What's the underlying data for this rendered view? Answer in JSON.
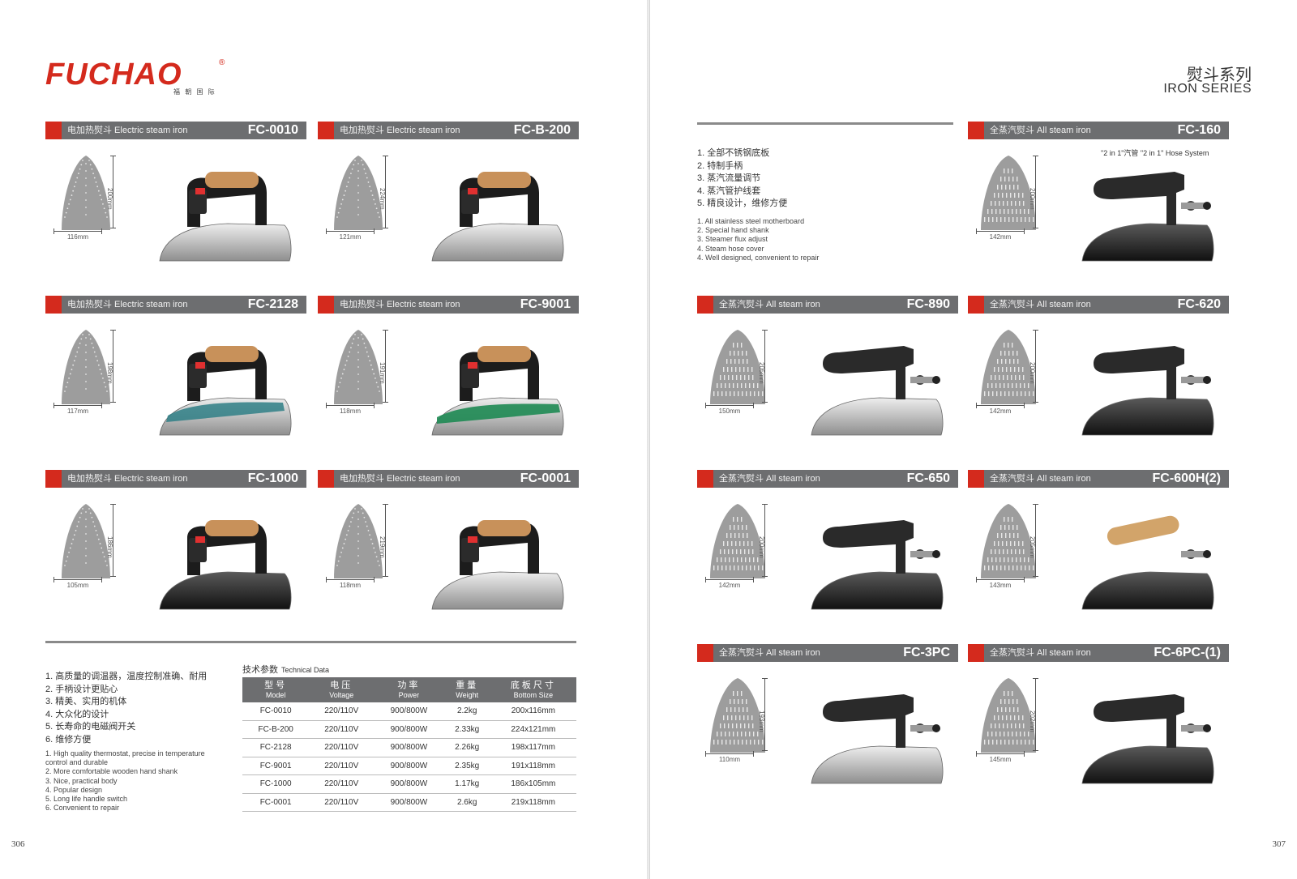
{
  "brand": {
    "name": "FUCHAO",
    "sub": "福 朝 国 际",
    "reg": "®"
  },
  "series": {
    "title_cn": "熨斗系列",
    "title_en": "IRON SERIES"
  },
  "colors": {
    "accent_red": "#d42a1d",
    "header_gray": "#6d6e70",
    "soleplate_gray": "#9d9d9d"
  },
  "left_cards": [
    {
      "type": "电加热熨斗 Electric steam iron",
      "model": "FC-0010",
      "height": "200mm",
      "width": "116mm",
      "variant": "electric-silver"
    },
    {
      "type": "电加热熨斗 Electric steam iron",
      "model": "FC-B-200",
      "height": "224mm",
      "width": "121mm",
      "variant": "electric-silver"
    },
    {
      "type": "电加热熨斗 Electric steam iron",
      "model": "FC-2128",
      "height": "198mm",
      "width": "117mm",
      "variant": "electric-teal"
    },
    {
      "type": "电加热熨斗 Electric steam iron",
      "model": "FC-9001",
      "height": "191mm",
      "width": "118mm",
      "variant": "electric-green"
    },
    {
      "type": "电加热熨斗 Electric steam iron",
      "model": "FC-1000",
      "height": "186mm",
      "width": "105mm",
      "variant": "electric-dark"
    },
    {
      "type": "电加热熨斗 Electric steam iron",
      "model": "FC-0001",
      "height": "219mm",
      "width": "118mm",
      "variant": "electric-silver"
    }
  ],
  "right_cards": [
    {
      "type": "全蒸汽熨斗 All steam iron",
      "model": "FC-160",
      "height": "200mm",
      "width": "142mm",
      "variant": "steam-black"
    },
    {
      "type": "全蒸汽熨斗 All steam iron",
      "model": "FC-890",
      "height": "205mm",
      "width": "150mm",
      "variant": "steam-silver"
    },
    {
      "type": "全蒸汽熨斗 All steam iron",
      "model": "FC-620",
      "height": "200mm",
      "width": "142mm",
      "variant": "steam-black"
    },
    {
      "type": "全蒸汽熨斗 All steam iron",
      "model": "FC-650",
      "height": "200mm",
      "width": "142mm",
      "variant": "steam-black"
    },
    {
      "type": "全蒸汽熨斗 All steam iron",
      "model": "FC-600H(2)",
      "height": "205mm",
      "width": "143mm",
      "variant": "steam-wood"
    },
    {
      "type": "全蒸汽熨斗 All steam iron",
      "model": "FC-3PC",
      "height": "193mm",
      "width": "110mm",
      "variant": "steam-silver"
    },
    {
      "type": "全蒸汽熨斗 All steam iron",
      "model": "FC-6PC-(1)",
      "height": "202mm",
      "width": "145mm",
      "variant": "steam-black"
    }
  ],
  "fc160_note": "\"2 in 1\"汽管   \"2 in 1\" Hose System",
  "right_features_cn": [
    "1. 全部不锈钢底板",
    "2. 特制手柄",
    "3. 蒸汽流量调节",
    "4. 蒸汽管护线套",
    "5. 精良设计，维修方便"
  ],
  "right_features_en": [
    "1. All stainless steel motherboard",
    "2. Special hand shank",
    "3. Steamer flux adjust",
    "4. Steam hose cover",
    "4. Well designed, convenient to repair"
  ],
  "left_features_cn": [
    "1. 高质量的调温器，温度控制准确、耐用",
    "2. 手柄设计更贴心",
    "3. 精美、实用的机体",
    "4. 大众化的设计",
    "5. 长寿命的电磁阀开关",
    "6. 维修方便"
  ],
  "left_features_en": [
    "1. High quality thermostat, precise in temperature",
    "   control and durable",
    "2. More comfortable wooden hand shank",
    "3. Nice, practical body",
    "4. Popular design",
    "5. Long life handle switch",
    "6. Convenient to repair"
  ],
  "tech": {
    "title_cn": "技术参数",
    "title_en": "Technical Data",
    "headers": [
      {
        "cn": "型号",
        "en": "Model"
      },
      {
        "cn": "电压",
        "en": "Voltage"
      },
      {
        "cn": "功率",
        "en": "Power"
      },
      {
        "cn": "重量",
        "en": "Weight"
      },
      {
        "cn": "底板尺寸",
        "en": "Bottom Size"
      }
    ],
    "rows": [
      [
        "FC-0010",
        "220/110V",
        "900/800W",
        "2.2kg",
        "200x116mm"
      ],
      [
        "FC-B-200",
        "220/110V",
        "900/800W",
        "2.33kg",
        "224x121mm"
      ],
      [
        "FC-2128",
        "220/110V",
        "900/800W",
        "2.26kg",
        "198x117mm"
      ],
      [
        "FC-9001",
        "220/110V",
        "900/800W",
        "2.35kg",
        "191x118mm"
      ],
      [
        "FC-1000",
        "220/110V",
        "900/800W",
        "1.17kg",
        "186x105mm"
      ],
      [
        "FC-0001",
        "220/110V",
        "900/800W",
        "2.6kg",
        "219x118mm"
      ]
    ]
  },
  "page_numbers": {
    "left": "306",
    "right": "307"
  }
}
